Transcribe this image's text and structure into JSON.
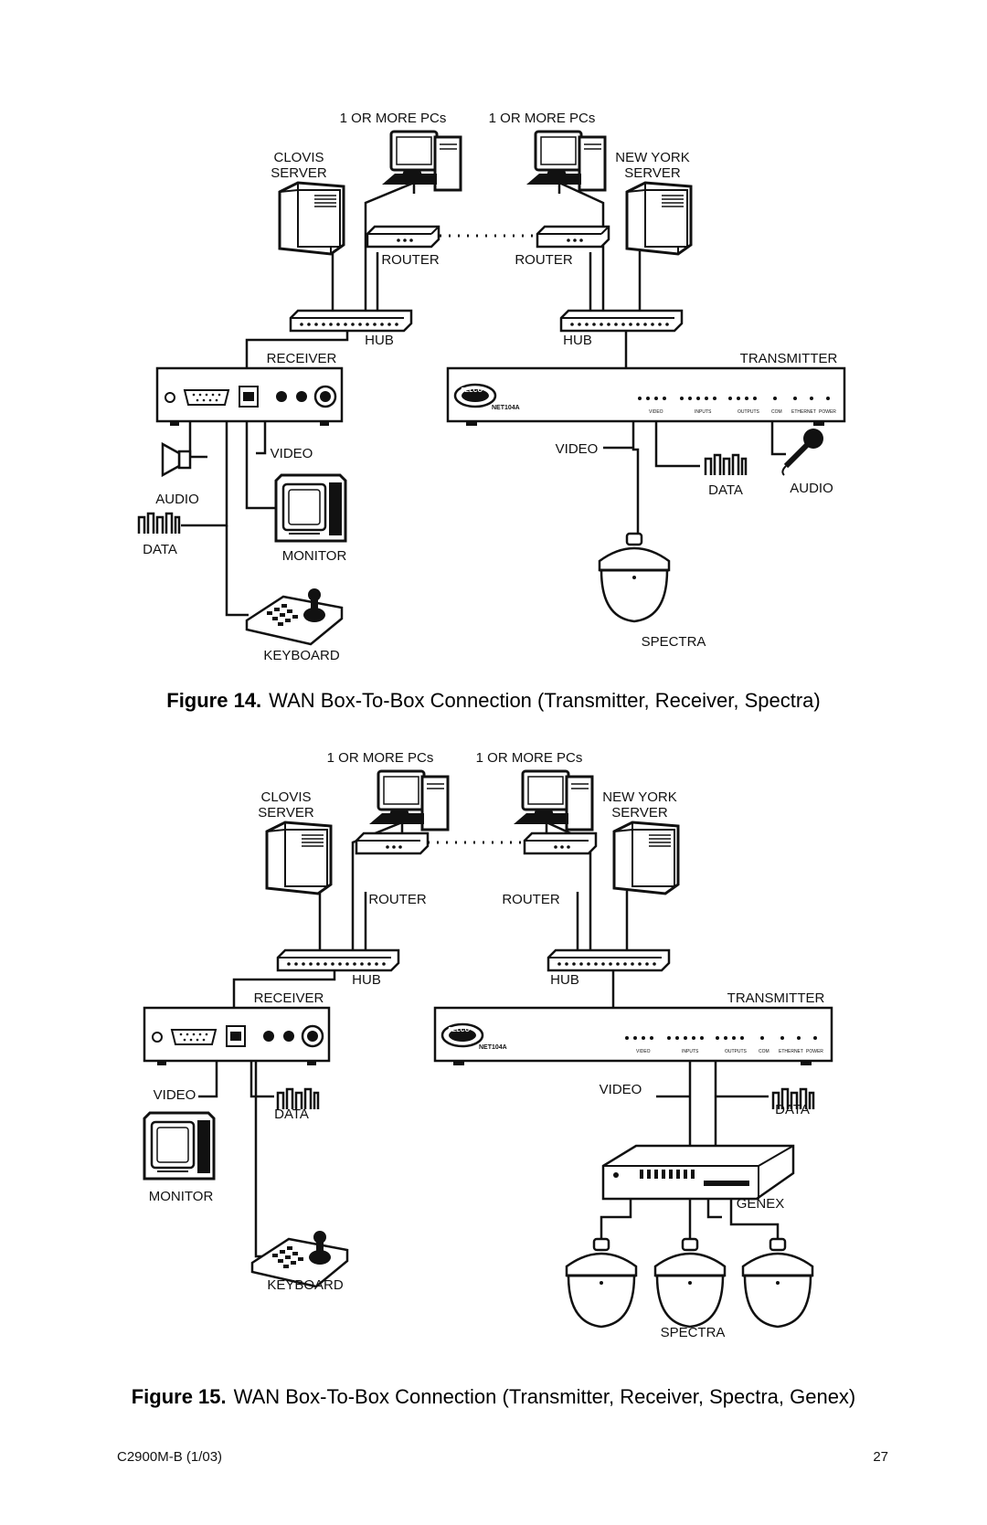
{
  "figure14": {
    "labels": {
      "pcs_left": "1 OR MORE PCs",
      "pcs_right": "1 OR MORE PCs",
      "server_left": [
        "CLOVIS",
        "SERVER"
      ],
      "server_right": [
        "NEW YORK",
        "SERVER"
      ],
      "router_left": "ROUTER",
      "router_right": "ROUTER",
      "hub_left": "HUB",
      "hub_right": "HUB",
      "receiver": "RECEIVER",
      "transmitter": "TRANSMITTER",
      "video_left": "VIDEO",
      "audio_left": "AUDIO",
      "data_left": "DATA",
      "monitor": "MONITOR",
      "keyboard": "KEYBOARD",
      "video_right": "VIDEO",
      "data_right": "DATA",
      "audio_right": "AUDIO",
      "spectra": "SPECTRA",
      "model": "NET104A",
      "brand": "PELCO"
    },
    "caption_num": "Figure 14.",
    "caption_text": "WAN Box-To-Box Connection (Transmitter, Receiver, Spectra)"
  },
  "figure15": {
    "labels": {
      "pcs_left": "1 OR MORE PCs",
      "pcs_right": "1 OR MORE PCs",
      "server_left": [
        "CLOVIS",
        "SERVER"
      ],
      "server_right": [
        "NEW YORK",
        "SERVER"
      ],
      "router_left": "ROUTER",
      "router_right": "ROUTER",
      "hub_left": "HUB",
      "hub_right": "HUB",
      "receiver": "RECEIVER",
      "transmitter": "TRANSMITTER",
      "video_left": "VIDEO",
      "data_left": "DATA",
      "monitor": "MONITOR",
      "keyboard": "KEYBOARD",
      "video_right": "VIDEO",
      "data_right": "DATA",
      "genex": "GENEX",
      "spectra": "SPECTRA",
      "model": "NET104A",
      "brand": "PELCO"
    },
    "caption_num": "Figure 15.",
    "caption_text": "WAN Box-To-Box Connection (Transmitter, Receiver, Spectra, Genex)"
  },
  "transmitter_panel": [
    "VIDEO",
    "INPUTS",
    "OUTPUTS",
    "COM",
    "ETHERNET",
    "POWER"
  ],
  "footer": {
    "doc_code": "C2900M-B (1/03)",
    "page_number": "27"
  }
}
